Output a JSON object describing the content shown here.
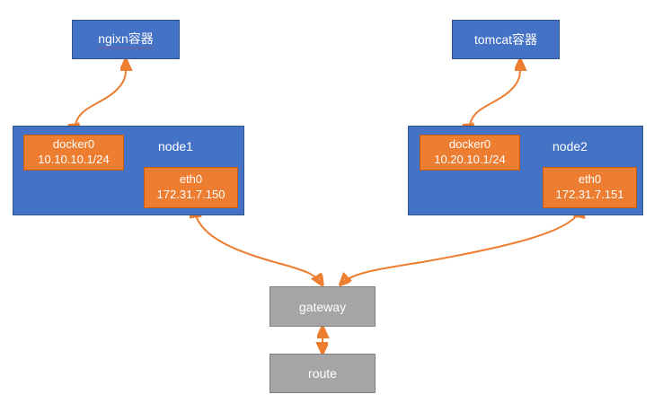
{
  "diagram": {
    "title_text": "",
    "colors": {
      "node_fill": "#4472C4",
      "node_border": "#2F528F",
      "interface_fill": "#ED7D31",
      "interface_border": "#C55A11",
      "gateway_fill": "#A5A5A5",
      "gateway_border": "#7F7F7F",
      "connector": "#ED7D31",
      "text": "#FFFFFF",
      "background": "#FFFFFF",
      "spellcheck_underline": "#E03030"
    },
    "containers": [
      {
        "id": "nginx-container",
        "label": "ngixn容器",
        "misspelled": true
      },
      {
        "id": "tomcat-container",
        "label": "tomcat容器",
        "misspelled": false
      }
    ],
    "nodes": [
      {
        "id": "node1",
        "label": "node1",
        "docker_bridge": {
          "name": "docker0",
          "address": "10.10.10.1/24"
        },
        "ethernet": {
          "name": "eth0",
          "address": "172.31.7.150"
        }
      },
      {
        "id": "node2",
        "label": "node2",
        "docker_bridge": {
          "name": "docker0",
          "address": "10.20.10.1/24"
        },
        "ethernet": {
          "name": "eth0",
          "address": "172.31.7.151"
        }
      }
    ],
    "network_devices": [
      {
        "id": "gateway",
        "label": "gateway"
      },
      {
        "id": "route",
        "label": "route"
      }
    ],
    "connections": [
      {
        "from": "node1.docker0",
        "to": "nginx-container",
        "style": "curved",
        "arrows": "both"
      },
      {
        "from": "node1.docker0",
        "to": "node1.eth0",
        "style": "elbow",
        "arrows": "end"
      },
      {
        "from": "node1.eth0",
        "to": "gateway",
        "style": "curved",
        "arrows": "both"
      },
      {
        "from": "node2.docker0",
        "to": "tomcat-container",
        "style": "curved",
        "arrows": "both"
      },
      {
        "from": "node2.docker0",
        "to": "node2.eth0",
        "style": "elbow",
        "arrows": "end"
      },
      {
        "from": "node2.eth0",
        "to": "gateway",
        "style": "curved",
        "arrows": "both"
      },
      {
        "from": "gateway",
        "to": "route",
        "style": "straight",
        "arrows": "both"
      }
    ]
  }
}
